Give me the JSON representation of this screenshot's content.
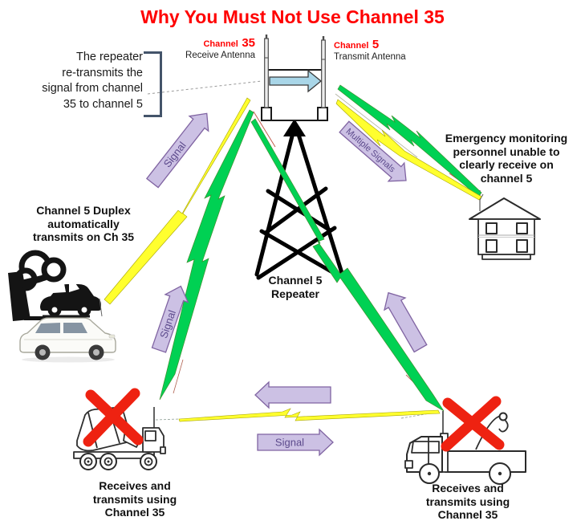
{
  "title": "Why You Must Not Use Channel 35",
  "antennas": {
    "receive": {
      "prefix": "Channel",
      "number": "35",
      "label": "Receive Antenna"
    },
    "transmit": {
      "prefix": "Channel",
      "number": "5",
      "label": "Transmit Antenna"
    }
  },
  "notes": {
    "repeater_callout": {
      "lines": [
        "The repeater",
        "re-transmits the",
        "signal from channel",
        "35 to channel 5"
      ]
    },
    "duplex": {
      "lines": [
        "Channel 5 Duplex",
        "automatically",
        "transmits on Ch 35"
      ]
    },
    "emergency": {
      "lines": [
        "Emergency monitoring",
        "personnel unable to",
        "clearly receive on",
        "channel 5"
      ]
    },
    "repeater_tower": {
      "lines": [
        "Channel 5",
        "Repeater"
      ]
    },
    "mixer_truck": {
      "lines": [
        "Receives and",
        "transmits using",
        "Channel 35"
      ]
    },
    "tow_truck": {
      "lines": [
        "Receives and",
        "transmits using",
        "Channel 35"
      ]
    }
  },
  "arrow_labels": {
    "uplink_from_duplex": "Signal",
    "uplink_from_mixer": "Signal",
    "downlink_to_monitors": "Multiple Signals",
    "truck_to_truck": "Signal"
  },
  "colors": {
    "title_red": "#FF0000",
    "channel_red": "#FF0000",
    "signal_arrow_fill": "#CCC1E4",
    "signal_arrow_border": "#8064A2",
    "arrow_label_purple": "#5C4A8C",
    "repeater_arrow_fill": "#A9D6E8",
    "bolt_green": "#00D153",
    "bolt_yellow": "#FFFF2E",
    "cross_red": "#EE2211",
    "callout_bracket": "#44546A"
  },
  "icons": [
    "repeater-tower-icon",
    "crashed-car-icon",
    "suv-icon",
    "cement-mixer-truck-icon",
    "tow-truck-icon",
    "house-icon",
    "prohibited-cross-icon",
    "signal-bolt-icon"
  ]
}
